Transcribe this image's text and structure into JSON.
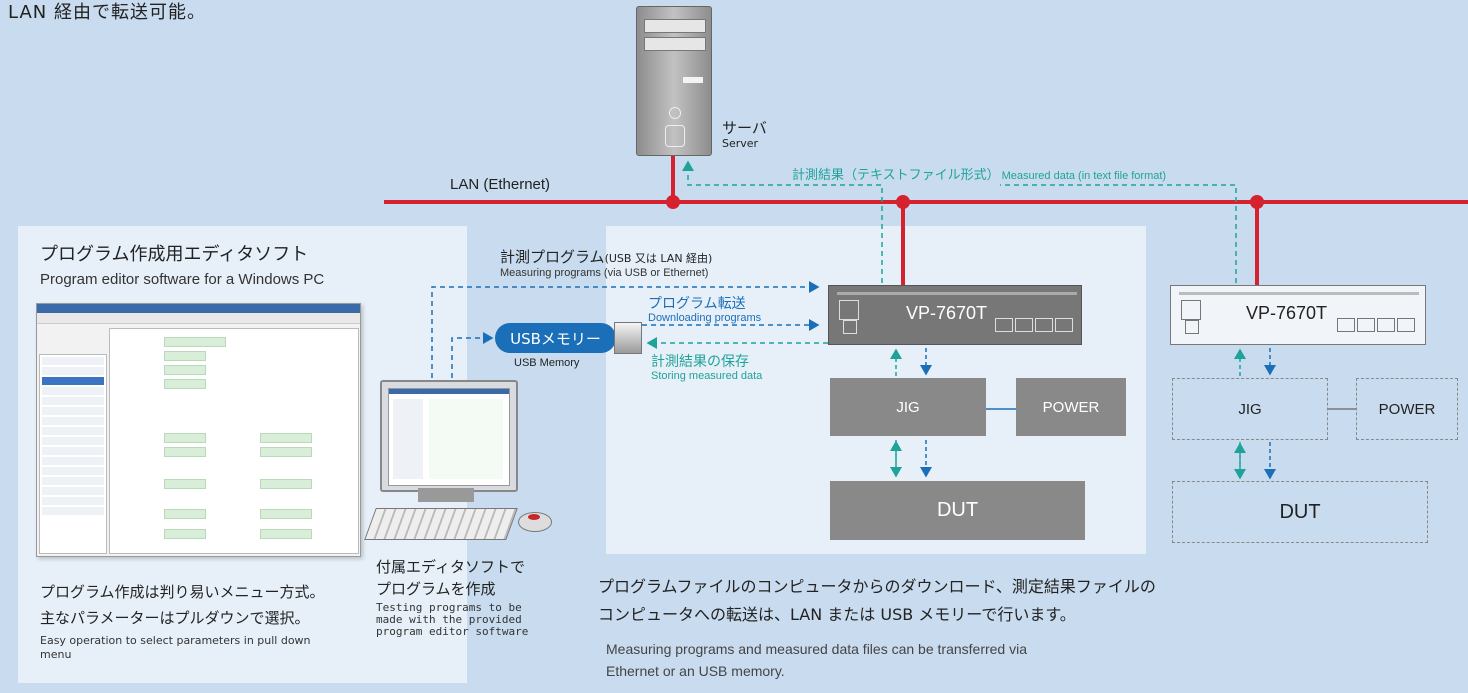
{
  "top_text": "LAN 経由で転送可能。",
  "server": {
    "label_jp": "サーバ",
    "label_en": "Server"
  },
  "lan_label": "LAN (Ethernet)",
  "measured_data": {
    "jp": "計測結果（テキストファイル形式）",
    "en": "Measured data (in text file format)"
  },
  "editor_section": {
    "title_jp": "プログラム作成用エディタソフト",
    "title_en": "Program editor software for a Windows PC",
    "desc_jp_1": "プログラム作成は判り易いメニュー方式。",
    "desc_jp_2": "主なパラメーターはプルダウンで選択。",
    "desc_en": "Easy operation to select parameters in pull down menu"
  },
  "measuring_programs": {
    "jp": "計測プログラム",
    "jp_sub": "(USB 又は LAN 経由)",
    "en": "Measuring programs (via USB or Ethernet)"
  },
  "usb": {
    "label": "USBメモリー",
    "sub": "USB Memory"
  },
  "download": {
    "jp": "プログラム転送",
    "en": "Downloading programs"
  },
  "storing": {
    "jp": "計測結果の保存",
    "en": "Storing measured data"
  },
  "pc_caption": {
    "jp_1": "付属エディタソフトで",
    "jp_2": "プログラムを作成",
    "en_1": "Testing programs to be",
    "en_2": "made with the provided",
    "en_3": "program editor software"
  },
  "device1": {
    "model": "VP-7670T",
    "jig": "JIG",
    "power": "POWER",
    "dut": "DUT"
  },
  "device2": {
    "model": "VP-7670T",
    "jig": "JIG",
    "power": "POWER",
    "dut": "DUT"
  },
  "bottom_text": {
    "jp_1": "プログラムファイルのコンピュータからのダウンロード、測定結果ファイルの",
    "jp_2": "コンピュータへの転送は、LAN または USB メモリーで行います。",
    "en_1": "Measuring programs and measured data files can be transferred via",
    "en_2": "Ethernet or an USB memory."
  },
  "colors": {
    "background": "#c9dcef",
    "panel": "#e7f0f9",
    "lan": "#d6212f",
    "blue": "#1a6fb8",
    "teal": "#1fa398",
    "box": "#898989"
  }
}
